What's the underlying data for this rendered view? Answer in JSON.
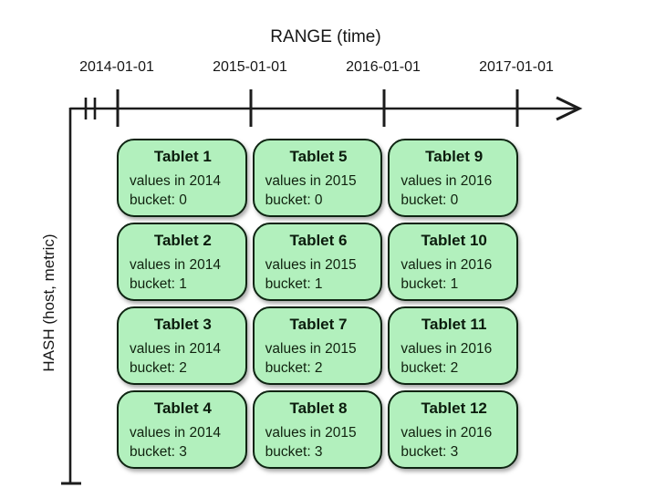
{
  "x_axis": {
    "title": "RANGE (time)",
    "tick_labels": [
      "2014-01-01",
      "2015-01-01",
      "2016-01-01",
      "2017-01-01"
    ]
  },
  "y_axis": {
    "title": "HASH (host, metric)"
  },
  "tablets": [
    {
      "title": "Tablet 1",
      "values": "values in 2014",
      "bucket": "bucket: 0"
    },
    {
      "title": "Tablet 2",
      "values": "values in 2014",
      "bucket": "bucket: 1"
    },
    {
      "title": "Tablet 3",
      "values": "values in 2014",
      "bucket": "bucket: 2"
    },
    {
      "title": "Tablet 4",
      "values": "values in 2014",
      "bucket": "bucket: 3"
    },
    {
      "title": "Tablet 5",
      "values": "values in 2015",
      "bucket": "bucket: 0"
    },
    {
      "title": "Tablet 6",
      "values": "values in 2015",
      "bucket": "bucket: 1"
    },
    {
      "title": "Tablet 7",
      "values": "values in 2015",
      "bucket": "bucket: 2"
    },
    {
      "title": "Tablet 8",
      "values": "values in 2015",
      "bucket": "bucket: 3"
    },
    {
      "title": "Tablet 9",
      "values": "values in 2016",
      "bucket": "bucket: 0"
    },
    {
      "title": "Tablet 10",
      "values": "values in 2016",
      "bucket": "bucket: 1"
    },
    {
      "title": "Tablet 11",
      "values": "values in 2016",
      "bucket": "bucket: 2"
    },
    {
      "title": "Tablet 12",
      "values": "values in 2016",
      "bucket": "bucket: 3"
    }
  ],
  "colors": {
    "tablet_fill": "#b2f0bd",
    "tablet_border": "#0e2412",
    "axis": "#1c1c1c",
    "background": "#ffffff"
  }
}
